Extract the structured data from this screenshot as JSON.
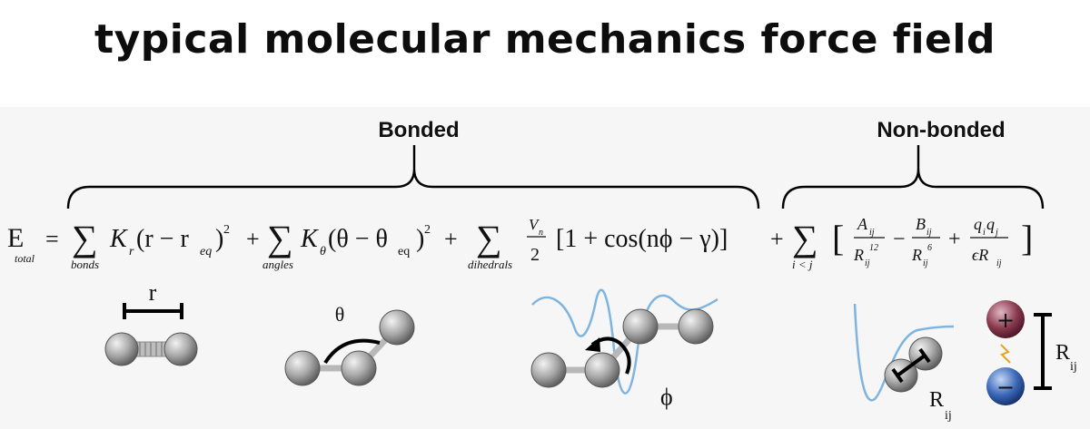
{
  "title": "typical molecular mechanics force field",
  "groups": {
    "bonded": "Bonded",
    "non_bonded": "Non-bonded"
  },
  "equation": {
    "lhs": "E",
    "lhs_sub": "total",
    "equals": "=",
    "sigma": "∑",
    "plus": "+",
    "minus": "−",
    "bond_sum_sub": "bonds",
    "bond_K": "K",
    "bond_K_sub": "r",
    "bond_r_open": "(r − r",
    "bond_eq_sub": "eq",
    "close_paren": ")",
    "square": "2",
    "angle_sum_sub": "angles",
    "angle_K": "K",
    "angle_K_sub": "θ",
    "angle_open": "(θ − θ",
    "angle_eq_sub": "eq",
    "dihedral_sum_sub": "dihedrals",
    "Vn": "V",
    "Vn_sub": "n",
    "two": "2",
    "dihedral_body": "[1 + cos(nϕ − γ)]",
    "nb_sum_sub": "i < j",
    "bracket_open": "[",
    "bracket_close": "]",
    "A": "A",
    "A_sub": "ij",
    "R": "R",
    "R_sub": "ij",
    "pow12": "12",
    "B": "B",
    "B_sub": "ij",
    "pow6": "6",
    "q1": "q",
    "q1_sub": "i",
    "q2": "q",
    "q2_sub": "j",
    "eps": "ϵR",
    "eps_sub": "ij"
  },
  "illustrations": {
    "bond_label": "r",
    "angle_label": "θ",
    "dihedral_label": "ϕ",
    "vdw_label": "R",
    "vdw_sub": "ij",
    "coulomb_label": "R",
    "coulomb_sub": "ij",
    "plus_charge": "+",
    "minus_charge": "−"
  },
  "colors": {
    "curve": "#7fb4df",
    "atom_light": "#f2f2f2",
    "atom_dark": "#6e6e6e",
    "positive": "#8a3a4e",
    "negative": "#3b67b8",
    "spark": "#e9a21b"
  }
}
